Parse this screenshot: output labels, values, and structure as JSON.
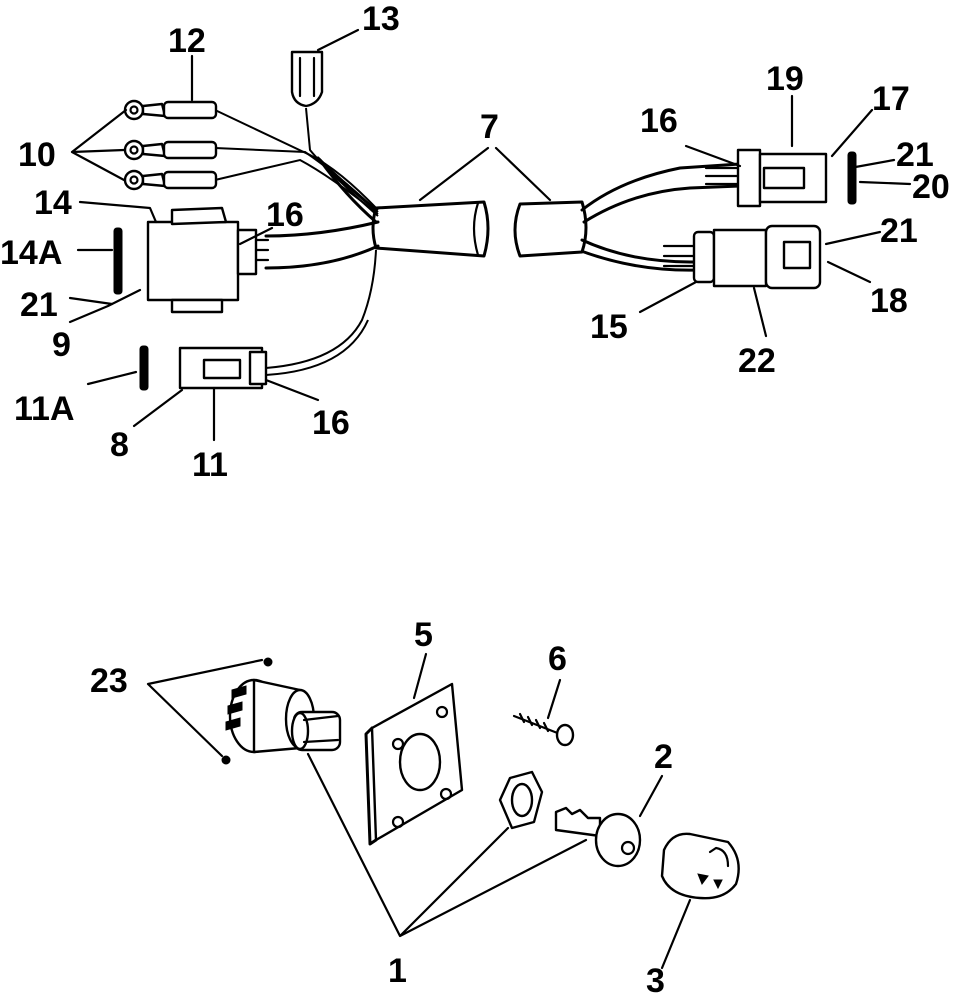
{
  "callouts": {
    "c1": "1",
    "c2": "2",
    "c3": "3",
    "c5": "5",
    "c6": "6",
    "c7": "7",
    "c8": "8",
    "c9": "9",
    "c10": "10",
    "c11": "11",
    "c11a": "11A",
    "c12": "12",
    "c13": "13",
    "c14": "14",
    "c14a": "14A",
    "c15": "15",
    "c16a": "16",
    "c16b": "16",
    "c16c": "16",
    "c17": "17",
    "c18": "18",
    "c19": "19",
    "c20": "20",
    "c21a": "21",
    "c21b": "21",
    "c21c": "21",
    "c22": "22",
    "c23": "23"
  }
}
